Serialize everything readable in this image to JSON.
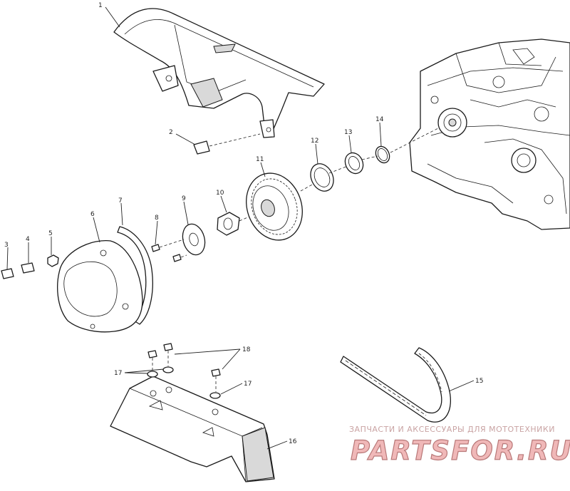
{
  "callouts": [
    "1",
    "2",
    "3",
    "4",
    "5",
    "6",
    "7",
    "8",
    "9",
    "10",
    "11",
    "12",
    "13",
    "14",
    "15",
    "16",
    "17",
    "17",
    "18"
  ],
  "watermark": {
    "tagline": "ЗАПЧАСТИ И АКСЕССУАРЫ ДЛЯ МОТОТЕХНИКИ",
    "brand": "PARTSFOR.RU"
  },
  "colors": {
    "line": "#1a1a1a",
    "watermark_fill": "#f0b8b8",
    "watermark_stroke": "#b87878",
    "background": "#ffffff"
  }
}
